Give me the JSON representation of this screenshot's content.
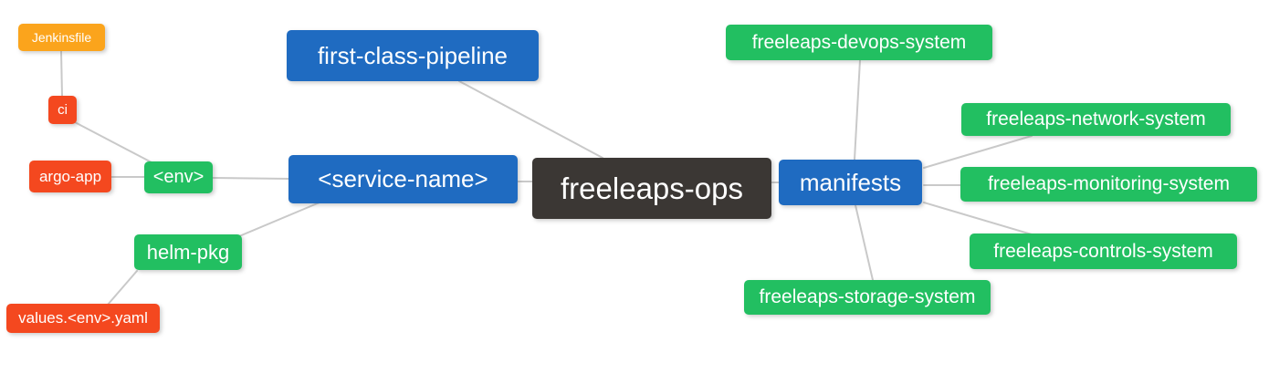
{
  "diagram": {
    "type": "mindmap",
    "background": "#ffffff",
    "edge_color": "#c9c9c9",
    "palette": {
      "root": "#3b3734",
      "level1": "#1f6bc1",
      "level2": "#22bf61",
      "level3": "#f4481f",
      "level4": "#fba41c"
    },
    "nodes": {
      "freeleaps_ops": {
        "label": "freeleaps-ops",
        "color": "#3b3734"
      },
      "first_class_pipeline": {
        "label": "first-class-pipeline",
        "color": "#1f6bc1"
      },
      "service_name": {
        "label": "<service-name>",
        "color": "#1f6bc1"
      },
      "manifests": {
        "label": "manifests",
        "color": "#1f6bc1"
      },
      "env": {
        "label": "<env>",
        "color": "#22bf61"
      },
      "helm_pkg": {
        "label": "helm-pkg",
        "color": "#22bf61"
      },
      "argo_app": {
        "label": "argo-app",
        "color": "#f4481f"
      },
      "ci": {
        "label": "ci",
        "color": "#f4481f"
      },
      "jenkinsfile": {
        "label": "Jenkinsfile",
        "color": "#fba41c"
      },
      "values_env_yaml": {
        "label": "values.<env>.yaml",
        "color": "#f4481f"
      },
      "devops_system": {
        "label": "freeleaps-devops-system",
        "color": "#22bf61"
      },
      "network_system": {
        "label": "freeleaps-network-system",
        "color": "#22bf61"
      },
      "monitoring_system": {
        "label": "freeleaps-monitoring-system",
        "color": "#22bf61"
      },
      "controls_system": {
        "label": "freeleaps-controls-system",
        "color": "#22bf61"
      },
      "storage_system": {
        "label": "freeleaps-storage-system",
        "color": "#22bf61"
      }
    },
    "edges": [
      {
        "from": "jenkinsfile",
        "to": "ci"
      },
      {
        "from": "ci",
        "to": "env"
      },
      {
        "from": "argo_app",
        "to": "env"
      },
      {
        "from": "env",
        "to": "service_name"
      },
      {
        "from": "helm_pkg",
        "to": "service_name"
      },
      {
        "from": "values_env_yaml",
        "to": "helm_pkg"
      },
      {
        "from": "service_name",
        "to": "freeleaps_ops"
      },
      {
        "from": "first_class_pipeline",
        "to": "freeleaps_ops"
      },
      {
        "from": "freeleaps_ops",
        "to": "manifests"
      },
      {
        "from": "manifests",
        "to": "devops_system"
      },
      {
        "from": "manifests",
        "to": "network_system"
      },
      {
        "from": "manifests",
        "to": "monitoring_system"
      },
      {
        "from": "manifests",
        "to": "controls_system"
      },
      {
        "from": "manifests",
        "to": "storage_system"
      }
    ]
  }
}
